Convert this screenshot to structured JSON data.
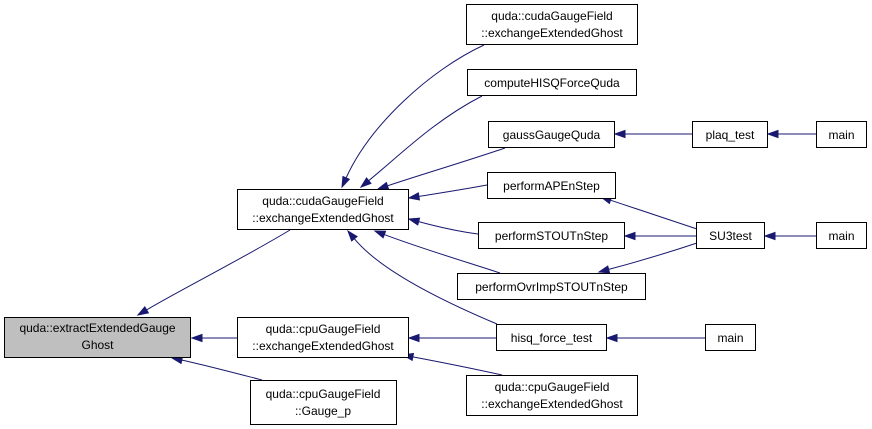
{
  "nodes": {
    "root": {
      "lines": [
        "quda::extractExtendedGauge",
        "Ghost"
      ]
    },
    "cuda_center": {
      "lines": [
        "quda::cudaGaugeField",
        "::exchangeExtendedGhost"
      ]
    },
    "cpu_center": {
      "lines": [
        "quda::cpuGaugeField",
        "::exchangeExtendedGhost"
      ]
    },
    "cpu_gauge_p": {
      "lines": [
        "quda::cpuGaugeField",
        "::Gauge_p"
      ]
    },
    "cuda_top": {
      "lines": [
        "quda::cudaGaugeField",
        "::exchangeExtendedGhost"
      ]
    },
    "hisq_force": {
      "lines": [
        "computeHISQForceQuda"
      ]
    },
    "gauss": {
      "lines": [
        "gaussGaugeQuda"
      ]
    },
    "ape": {
      "lines": [
        "performAPEnStep"
      ]
    },
    "stout": {
      "lines": [
        "performSTOUTnStep"
      ]
    },
    "ovrimp": {
      "lines": [
        "performOvrImpSTOUTnStep"
      ]
    },
    "hisq_test": {
      "lines": [
        "hisq_force_test"
      ]
    },
    "cpu_bottom": {
      "lines": [
        "quda::cpuGaugeField",
        "::exchangeExtendedGhost"
      ]
    },
    "plaq_test": {
      "lines": [
        "plaq_test"
      ]
    },
    "su3test": {
      "lines": [
        "SU3test"
      ]
    },
    "main_1": {
      "lines": [
        "main"
      ]
    },
    "main_2": {
      "lines": [
        "main"
      ]
    },
    "main_3": {
      "lines": [
        "main"
      ]
    }
  },
  "edges": [
    [
      "cuda_center",
      "root"
    ],
    [
      "cpu_center",
      "root"
    ],
    [
      "cpu_gauge_p",
      "root"
    ],
    [
      "cuda_top",
      "cuda_center"
    ],
    [
      "hisq_force",
      "cuda_center"
    ],
    [
      "gauss",
      "cuda_center"
    ],
    [
      "ape",
      "cuda_center"
    ],
    [
      "stout",
      "cuda_center"
    ],
    [
      "ovrimp",
      "cuda_center"
    ],
    [
      "hisq_test",
      "cuda_center"
    ],
    [
      "hisq_test",
      "cpu_center"
    ],
    [
      "cpu_bottom",
      "cpu_center"
    ],
    [
      "plaq_test",
      "gauss"
    ],
    [
      "su3test",
      "ape"
    ],
    [
      "su3test",
      "stout"
    ],
    [
      "su3test",
      "ovrimp"
    ],
    [
      "main_1",
      "plaq_test"
    ],
    [
      "main_2",
      "su3test"
    ],
    [
      "main_3",
      "hisq_test"
    ]
  ]
}
